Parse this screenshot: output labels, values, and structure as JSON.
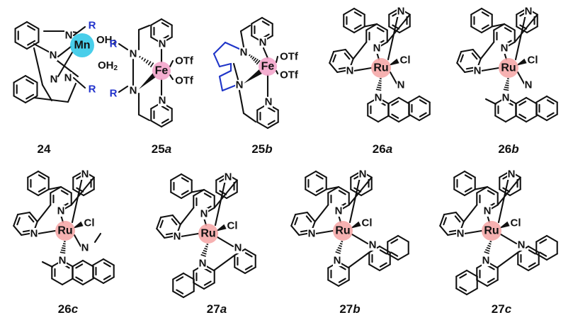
{
  "compounds": [
    {
      "id": "24",
      "num": "24",
      "suffix": "",
      "metal": "Mn",
      "ligands": [
        "OH2",
        "OH2"
      ],
      "substituents": [
        "R",
        "R"
      ],
      "metal_color": "#29c5e6"
    },
    {
      "id": "25a",
      "num": "25",
      "suffix": "a",
      "metal": "Fe",
      "ligands": [
        "OTf",
        "OTf"
      ],
      "substituents": [
        "R",
        "R"
      ],
      "metal_color": "#f2a0c8"
    },
    {
      "id": "25b",
      "num": "25",
      "suffix": "b",
      "metal": "Fe",
      "ligands": [
        "OTf",
        "OTf"
      ],
      "metal_color": "#f2a0c8"
    },
    {
      "id": "26a",
      "num": "26",
      "suffix": "a",
      "metal": "Ru",
      "ligands": [
        "Cl"
      ],
      "metal_color": "#f4a3a3"
    },
    {
      "id": "26b",
      "num": "26",
      "suffix": "b",
      "metal": "Ru",
      "ligands": [
        "Cl"
      ],
      "metal_color": "#f4a3a3"
    },
    {
      "id": "26c",
      "num": "26",
      "suffix": "c",
      "metal": "Ru",
      "ligands": [
        "Cl"
      ],
      "metal_color": "#f4a3a3"
    },
    {
      "id": "27a",
      "num": "27",
      "suffix": "a",
      "metal": "Ru",
      "ligands": [
        "Cl"
      ],
      "metal_color": "#f4a3a3"
    },
    {
      "id": "27b",
      "num": "27",
      "suffix": "b",
      "metal": "Ru",
      "ligands": [
        "Cl"
      ],
      "metal_color": "#f4a3a3"
    },
    {
      "id": "27c",
      "num": "27",
      "suffix": "c",
      "metal": "Ru",
      "ligands": [
        "Cl"
      ],
      "metal_color": "#f4a3a3"
    }
  ],
  "atoms": {
    "nitrogen": "N"
  },
  "colors": {
    "bond": "#111111",
    "substituent": "#2233cc",
    "pyrrolidine": "#1f35c8"
  }
}
